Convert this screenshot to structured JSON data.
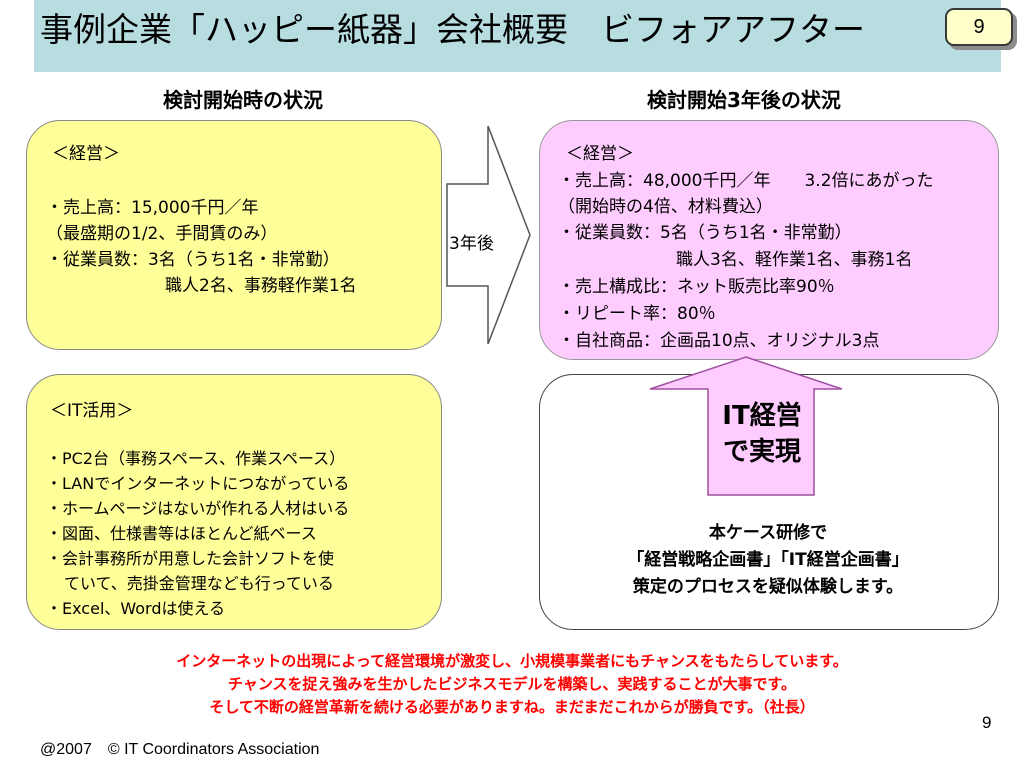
{
  "header": {
    "title": "事例企業「ハッピー紙器」会社概要　ビフォアアフター",
    "badge": "9"
  },
  "before": {
    "heading": "検討開始時の状況",
    "management": {
      "title": "＜経営＞",
      "lines": [
        "・売上高：15,000千円／年",
        "（最盛期の1/2、手間賃のみ）",
        "・従業員数：3名（うち1名・非常勤）",
        "職人2名、事務軽作業1名"
      ]
    },
    "it": {
      "title": "＜IT活用＞",
      "lines": [
        "・PC2台（事務スペース、作業スペース）",
        "・LANでインターネットにつながっている",
        "・ホームページはないが作れる人材はいる",
        "・図面、仕様書等はほとんど紙ベース",
        "・会計事務所が用意した会計ソフトを使",
        "ていて、売掛金管理なども行っている",
        "・Excel、Wordは使える"
      ]
    }
  },
  "transition": {
    "label": "3年後"
  },
  "after": {
    "heading": "検討開始3年後の状況",
    "management": {
      "title": "＜経営＞",
      "lines": [
        "・売上高：48,000千円／年　　3.2倍にあがった",
        "（開始時の4倍、材料費込）",
        "・従業員数：5名（うち1名・非常勤）",
        "職人3名、軽作業1名、事務1名",
        "・売上構成比：ネット販売比率90％",
        "・リピート率：80％",
        "・自社商品：企画品10点、オリジナル3点"
      ]
    },
    "it_callout": [
      "IT経営",
      "で実現"
    ],
    "case_study": [
      "本ケース研修で",
      "「経営戦略企画書」「IT経営企画書」",
      "策定のプロセスを疑似体験します。"
    ]
  },
  "message": [
    "インターネットの出現によって経営環境が激変し、小規模事業者にもチャンスをもたらしています。",
    "チャンスを捉え強みを生かしたビジネスモデルを構築し、実践することが大事です。",
    "そして不断の経営革新を続ける必要がありますね。まだまだこれからが勝負です。（社長）"
  ],
  "footer": {
    "copyright": "@2007　© IT Coordinators Association",
    "page_number": "9"
  },
  "colors": {
    "title_bg": "#b7dde1",
    "before_box": "#ffff99",
    "after_box": "#ffccff",
    "message_text": "#ff0000"
  }
}
